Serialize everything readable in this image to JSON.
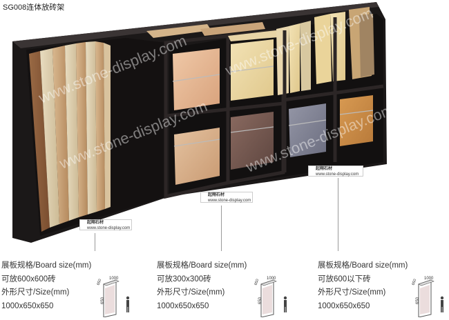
{
  "title": "SG008连体放砖架",
  "watermark": "www.stone-display.com",
  "logo": {
    "name": "起翔石材",
    "url": "www.stone-display.com"
  },
  "specs": [
    {
      "board_size": "展板规格/Board size(mm)",
      "capacity": "可放600x600砖",
      "outer_size": "外形尺寸/Size(mm)",
      "dimensions": "1000x650x650"
    },
    {
      "board_size": "展板规格/Board size(mm)",
      "capacity": "可放300x300砖",
      "outer_size": "外形尺寸/Size(mm)",
      "dimensions": "1000x650x650"
    },
    {
      "board_size": "展板规格/Board size(mm)",
      "capacity": "可放600以下砖",
      "outer_size": "外形尺寸/Size(mm)",
      "dimensions": "1000x650x650"
    }
  ],
  "diagram_labels": {
    "width": "1000",
    "depth": "650",
    "height": "650"
  },
  "colors": {
    "rack": "#1b1818",
    "rack_edge": "#3a3434"
  }
}
